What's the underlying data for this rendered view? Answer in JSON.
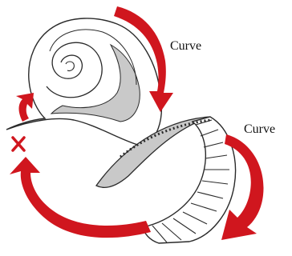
{
  "labels": {
    "curve_top": "Curve",
    "curve_right": "Curve"
  },
  "colors": {
    "arrow": "#d0161e",
    "outline": "#2a2a2a",
    "shade": "#c9c9c9",
    "background": "#ffffff"
  },
  "icons": [
    "spiral-shell-shape",
    "ribbed-blade-shape",
    "curve-arrow",
    "cross-mark"
  ]
}
